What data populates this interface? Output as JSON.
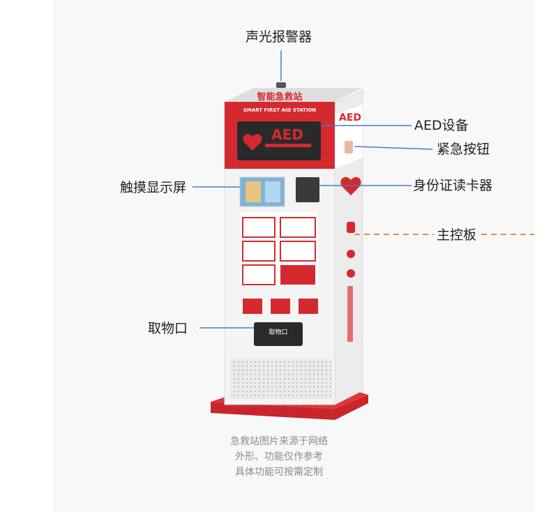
{
  "kiosk": {
    "title_cn": "智能急救站",
    "title_en": "SMART FIRST AID STATION",
    "aed_text": "AED",
    "side_aed_text": "AED",
    "pickup_label": "取物口"
  },
  "callouts": {
    "alarm": "声光报警器",
    "aed_device": "AED设备",
    "emergency_button": "紧急按钮",
    "touch_screen": "触摸显示屏",
    "id_reader": "身份证读卡器",
    "main_board": "主控板",
    "pickup_port": "取物口"
  },
  "caption": {
    "line1": "急救站图片来源于网络",
    "line2": "外形、功能仅作参考",
    "line3": "具体功能可按需定制"
  },
  "colors": {
    "brand_red": "#d42a2f",
    "callout_line": "#3f7fc4",
    "dashed_line": "#f08a3c",
    "caption_gray": "#8a8a8a"
  }
}
